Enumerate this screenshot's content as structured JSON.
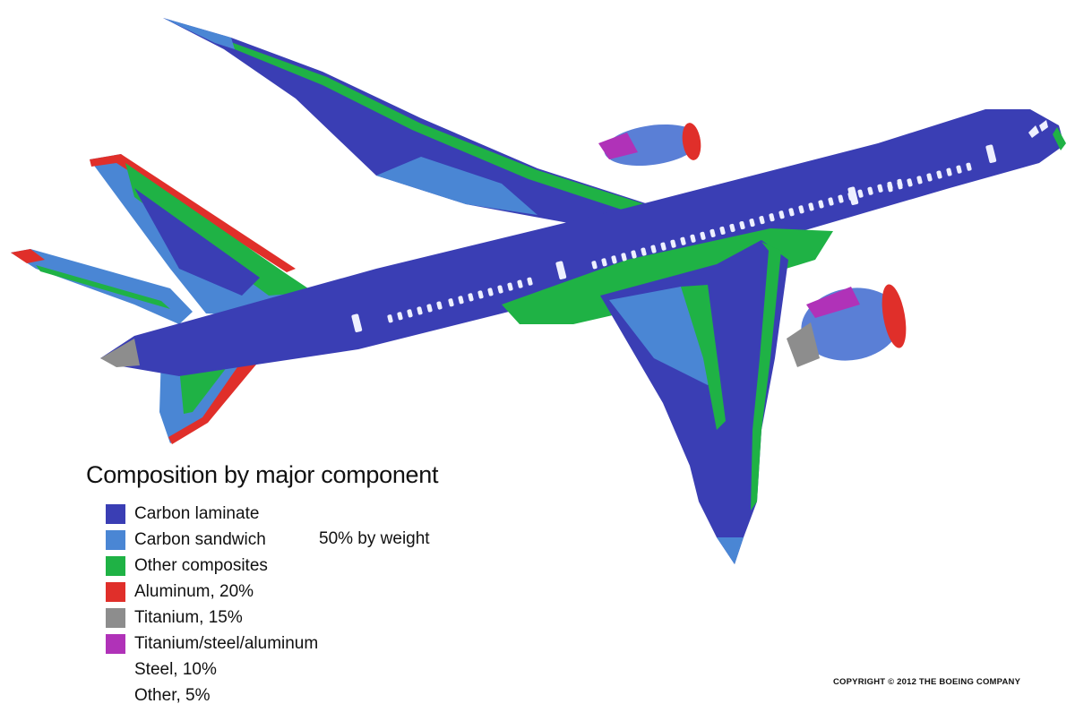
{
  "legend": {
    "title": "Composition by major component",
    "weight_note": "50% by weight",
    "items": [
      {
        "label": "Carbon laminate",
        "color": "#3a3eb4"
      },
      {
        "label": "Carbon sandwich",
        "color": "#4a86d4"
      },
      {
        "label": "Other composites",
        "color": "#1fb245"
      },
      {
        "label": "Aluminum, 20%",
        "color": "#e02f2a"
      },
      {
        "label": "Titanium, 15%",
        "color": "#8d8d8d"
      },
      {
        "label": "Titanium/steel/aluminum",
        "color": "#b032b8"
      },
      {
        "label": "Steel, 10%",
        "color": ""
      },
      {
        "label": "Other, 5%",
        "color": ""
      }
    ]
  },
  "copyright": "COPYRIGHT © 2012 THE BOEING COMPANY",
  "colors": {
    "background": "#ffffff",
    "carbon_laminate": "#3a3eb4",
    "carbon_sandwich": "#4a86d4",
    "other_composites": "#1fb245",
    "aluminum": "#e02f2a",
    "titanium": "#8d8d8d",
    "ti_steel_al": "#b032b8",
    "window": "#eef0ff"
  }
}
